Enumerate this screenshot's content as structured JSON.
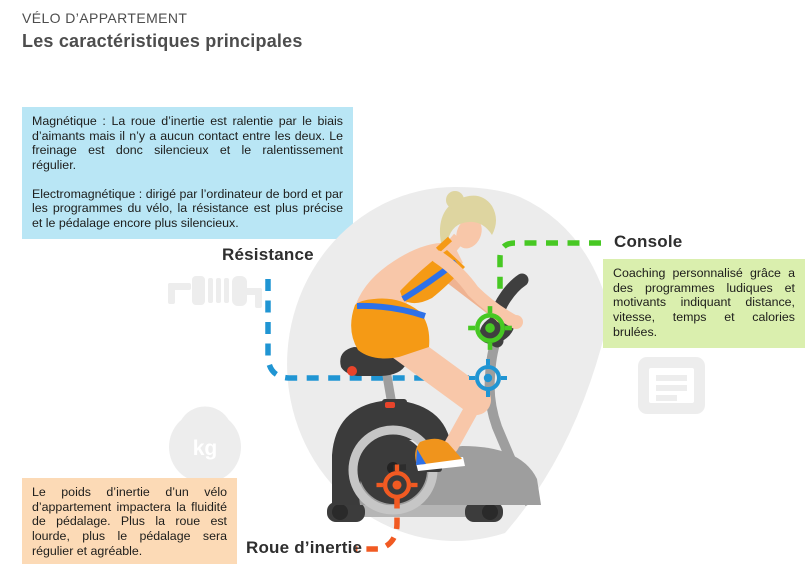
{
  "header": {
    "kicker": "VÉLO D’APPARTEMENT",
    "title": "Les caractéristiques principales"
  },
  "callouts": {
    "resistance": {
      "label": "Résistance",
      "accent_color": "#2095d3",
      "box_bg": "#b9e6f5",
      "paragraphs": [
        "Magnétique : La roue d’inertie est ralentie par le biais d’aimants mais il n’y a aucun contact entre les deux. Le freinage est donc silencieux et le ralentissement régulier.",
        "Electromagnétique : dirigé par l’ordinateur de bord et par les programmes du vélo, la résistance est plus précise et le pédalage encore plus silencieux."
      ]
    },
    "console": {
      "label": "Console",
      "accent_color": "#47c823",
      "box_bg": "#daefae",
      "text": "Coaching personnalisé grâce a des programmes ludiques et motivants indiquant distance, vitesse, temps et calories brulées."
    },
    "inertia": {
      "label": "Roue d’inertie",
      "accent_color": "#f15a22",
      "box_bg": "#fcdab6",
      "text": "Le poids d’inertie d’un vélo d’appartement impactera la fluidité de pédalage. Plus la roue est lourde, plus le pédalage sera régulier et agréable."
    }
  },
  "icons": {
    "dumbbell": "dumbbell-icon",
    "kettlebell": "kettlebell-icon",
    "kettlebell_label": "kg",
    "console_screen": "console-screen-icon"
  }
}
